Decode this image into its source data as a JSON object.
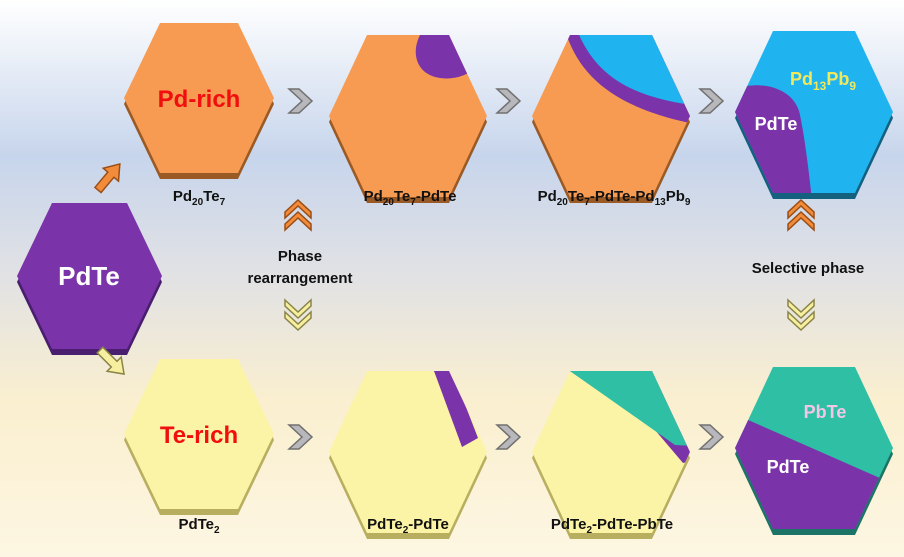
{
  "colors": {
    "orange": "#F79B52",
    "purple": "#7A33A8",
    "blue": "#1FB3F0",
    "yellow": "#FBF3A6",
    "teal": "#2EBFA5",
    "red": "#F00E0E",
    "pb_text": "#F2E85C",
    "arrow_orange": "#F28B3A",
    "arrow_yellow": "#F7EFA0"
  },
  "hexagons": {
    "pdte": {
      "text": "PdTe"
    },
    "pd_rich": {
      "text": "Pd-rich"
    },
    "te_rich": {
      "text": "Te-rich"
    },
    "pd13pb9_hex": {
      "text_base": "Pd",
      "text_sub1": "13",
      "text_mid": "Pb",
      "text_sub2": "9",
      "pdte_text": "PdTe"
    },
    "pbte_hex": {
      "pbte_text": "PbTe",
      "pdte_text": "PdTe"
    }
  },
  "labels": {
    "pd20te7": {
      "a": "Pd",
      "a_sub": "20",
      "b": "Te",
      "b_sub": "7"
    },
    "pd20te7_pdte": {
      "a": "Pd",
      "a_sub": "20",
      "b": "Te",
      "b_sub": "7",
      "c": "-PdTe"
    },
    "pd20te7_pdte_pd13pb9": {
      "a": "Pd",
      "a_sub": "20",
      "b": "Te",
      "b_sub": "7",
      "c": "-PdTe-Pd",
      "c_sub": "13",
      "d": "Pb",
      "d_sub": "9"
    },
    "pdte2": {
      "a": "PdTe",
      "a_sub": "2"
    },
    "pdte2_pdte": {
      "a": "PdTe",
      "a_sub": "2",
      "b": "-PdTe"
    },
    "pdte2_pdte_pbte": {
      "a": "PdTe",
      "a_sub": "2",
      "b": "-PdTe-PbTe"
    }
  },
  "annotations": {
    "phase_rearrangement_line1": "Phase",
    "phase_rearrangement_line2": "rearrangement",
    "selective_phase": "Selective phase"
  }
}
